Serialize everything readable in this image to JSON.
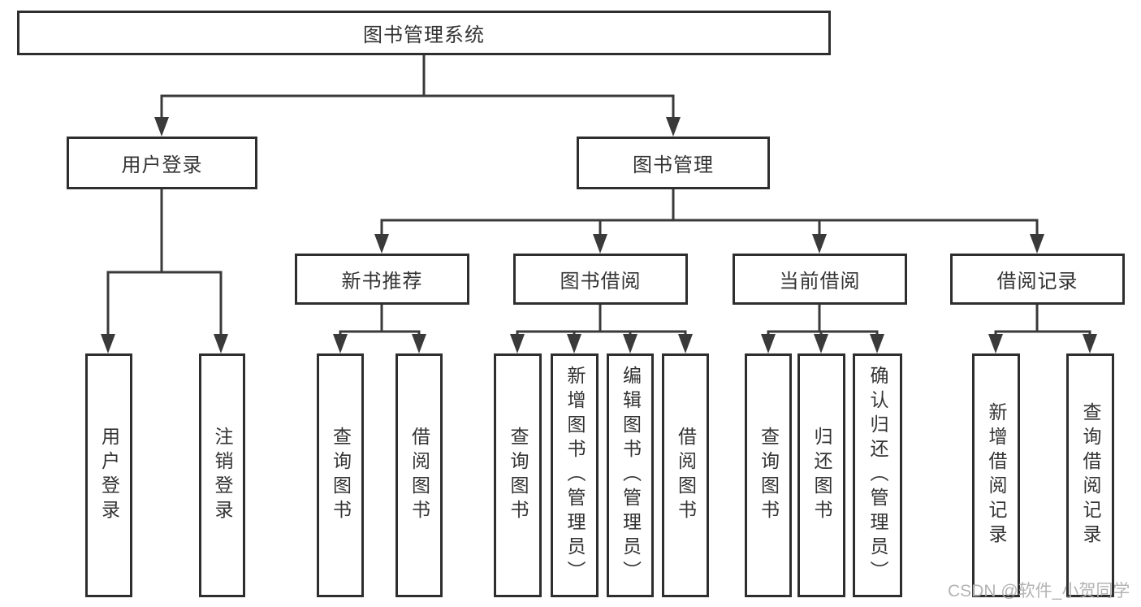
{
  "diagram": {
    "root": {
      "label": "图书管理系统"
    },
    "level2": [
      {
        "label": "用户登录"
      },
      {
        "label": "图书管理"
      }
    ],
    "level3": [
      {
        "label": "新书推荐",
        "parent": "图书管理"
      },
      {
        "label": "图书借阅",
        "parent": "图书管理"
      },
      {
        "label": "当前借阅",
        "parent": "图书管理"
      },
      {
        "label": "借阅记录",
        "parent": "图书管理"
      }
    ],
    "leaves": [
      {
        "label": "用户登录",
        "parent": "用户登录"
      },
      {
        "label": "注销登录",
        "parent": "用户登录"
      },
      {
        "label": "查询图书",
        "parent": "新书推荐"
      },
      {
        "label": "借阅图书",
        "parent": "新书推荐"
      },
      {
        "label": "查询图书",
        "parent": "图书借阅"
      },
      {
        "label": "新增图书（管理员）",
        "parent": "图书借阅"
      },
      {
        "label": "编辑图书（管理员）",
        "parent": "图书借阅"
      },
      {
        "label": "借阅图书",
        "parent": "图书借阅"
      },
      {
        "label": "查询图书",
        "parent": "当前借阅"
      },
      {
        "label": "归还图书",
        "parent": "当前借阅"
      },
      {
        "label": "确认归还（管理员）",
        "parent": "当前借阅"
      },
      {
        "label": "新增借阅记录",
        "parent": "借阅记录"
      },
      {
        "label": "查询借阅记录",
        "parent": "借阅记录"
      }
    ]
  },
  "watermark": "CSDN @软件_小贺同学",
  "colors": {
    "line": "#3a3a3a",
    "border": "#2e2e2e",
    "text": "#333333",
    "background": "#ffffff",
    "watermark": "#afafaf"
  }
}
